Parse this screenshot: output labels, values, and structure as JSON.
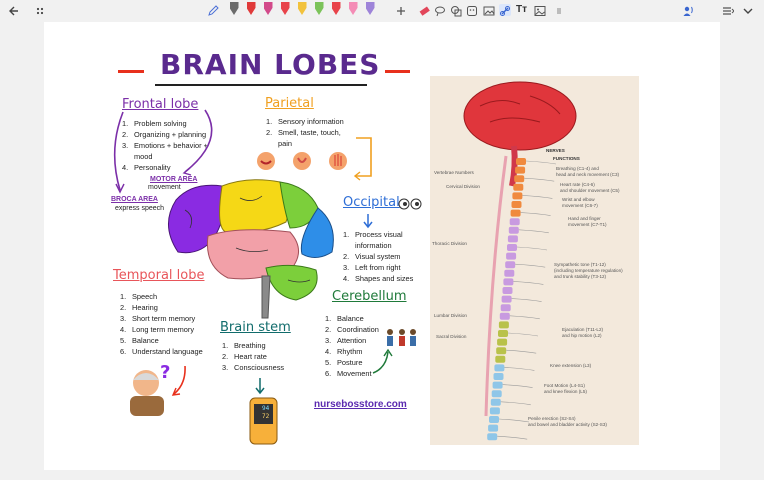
{
  "toolbar": {
    "back_icon": "arrow-left-icon",
    "grid_icon": "dots-grid-icon",
    "pencil_icon": "pencil-icon",
    "pens": [
      "#6b6b6b",
      "#e03a3a",
      "#d24a8a",
      "#e8434a",
      "#f2c23c",
      "#7cc35a",
      "#e8434a",
      "#f48cb6",
      "#9e84d9"
    ],
    "add_icon": "plus-icon",
    "right_icons": [
      "eraser-icon",
      "lasso-icon",
      "shapes-icon",
      "sticker-icon",
      "image-select-icon",
      "link-icon",
      "text-icon",
      "image-icon",
      "more-icon"
    ],
    "far_right": [
      "read-aloud-icon",
      "menu-icon",
      "chevron-down-icon"
    ]
  },
  "page": {
    "title": "BRAIN LOBES",
    "frontal": {
      "heading": "Frontal lobe",
      "items": [
        {
          "n": "1.",
          "t": "Problem solving"
        },
        {
          "n": "2.",
          "t": "Organizing + planning"
        },
        {
          "n": "3.",
          "t": "Emotions + behavior +"
        },
        {
          "n": "",
          "t": "mood"
        },
        {
          "n": "4.",
          "t": "Personality"
        }
      ],
      "motor_label": "MOTOR AREA",
      "motor_sub": "movement",
      "broca_label": "BROCA AREA",
      "broca_sub": "express speech"
    },
    "parietal": {
      "heading": "Parietal",
      "items": [
        {
          "n": "1.",
          "t": "Sensory information"
        },
        {
          "n": "2.",
          "t": "Smell, taste, touch,"
        },
        {
          "n": "",
          "t": "pain"
        }
      ]
    },
    "occipital": {
      "heading": "Occipital",
      "items": [
        {
          "n": "1.",
          "t": "Process visual"
        },
        {
          "n": "",
          "t": "information"
        },
        {
          "n": "2.",
          "t": "Visual system"
        },
        {
          "n": "3.",
          "t": "Left from right"
        },
        {
          "n": "4.",
          "t": "Shapes and sizes"
        }
      ]
    },
    "temporal": {
      "heading": "Temporal lobe",
      "items": [
        {
          "n": "1.",
          "t": "Speech"
        },
        {
          "n": "2.",
          "t": "Hearing"
        },
        {
          "n": "3.",
          "t": "Short term memory"
        },
        {
          "n": "4.",
          "t": "Long term memory"
        },
        {
          "n": "5.",
          "t": "Balance"
        },
        {
          "n": "6.",
          "t": "Understand language"
        }
      ]
    },
    "brainstem": {
      "heading": "Brain stem",
      "items": [
        {
          "n": "1.",
          "t": "Breathing"
        },
        {
          "n": "2.",
          "t": "Heart rate"
        },
        {
          "n": "3.",
          "t": "Consciousness"
        }
      ],
      "oximeter_top": "94",
      "oximeter_bottom": "72"
    },
    "cerebellum": {
      "heading": "Cerebellum",
      "items": [
        {
          "n": "1.",
          "t": "Balance"
        },
        {
          "n": "2.",
          "t": "Coordination"
        },
        {
          "n": "3.",
          "t": "Attention"
        },
        {
          "n": "4.",
          "t": "Rhythm"
        },
        {
          "n": "5.",
          "t": "Posture"
        },
        {
          "n": "6.",
          "t": "Movement"
        }
      ]
    },
    "url": "nursebosstore.com",
    "colors": {
      "frontal": "#8a2be2",
      "parietal": "#f5d816",
      "occipital": "#2e8ee8",
      "temporal": "#f2a0a8",
      "cerebellum": "#7ccf3b",
      "stem": "#7f7f7f",
      "accent_purple": "#7b2fa8",
      "accent_orange": "#f0a020",
      "accent_red": "#e8301c"
    }
  },
  "nervous_system": {
    "nerves": "NERVES",
    "functions": "FUNCTIONS",
    "vertebrae": "Vertebrae Numbers",
    "cervical": "Cervical Division",
    "thoracic": "Thoracic Division",
    "lumbar": "Lumbar Division",
    "sacral": "Sacral Division",
    "f1a": "Breathing (C1-4) and",
    "f1b": "head and neck movement (C3)",
    "f2a": "Heart rate (C4-6)",
    "f2b": "and shoulder movement (C5)",
    "f3a": "Wrist and elbow",
    "f3b": "movement (C6-7)",
    "f4a": "Hand and finger",
    "f4b": "movement (C7-T1)",
    "f5a": "Sympathetic tone (T1-12)",
    "f5b": "(including temperature regulation)",
    "f5c": "and trunk stability (T3-12)",
    "f6a": "Ejaculation (T11-L2)",
    "f6b": "and hip motion (L2)",
    "f7": "Knee extension (L3)",
    "f8a": "Foot Motion (L4-S1)",
    "f8b": "and knee flexion (L5)",
    "f9a": "Penile erection (S2-S4)",
    "f9b": "and bowel and bladder activity (S2-S3)"
  }
}
